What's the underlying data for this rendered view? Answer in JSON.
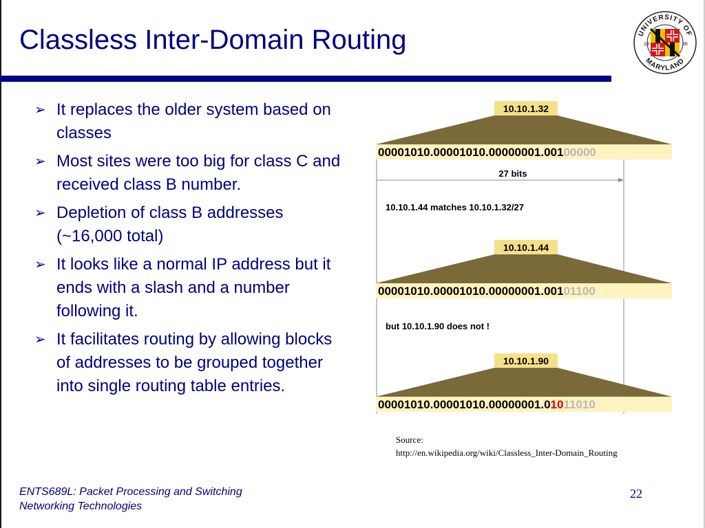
{
  "slide": {
    "title": "Classless Inter-Domain Routing",
    "bullets": [
      "It replaces the older system based on classes",
      "Most sites were too big for class C and received class B number.",
      "Depletion of class B addresses (~16,000 total)",
      "It looks like a normal IP address but it ends with a slash and a number following it.",
      "It facilitates routing by allowing blocks of addresses to be grouped together into single routing table entries."
    ],
    "bullet_marker": "➢"
  },
  "logo": {
    "arc_top": "UNIVERSITY OF",
    "arc_bottom": "MARYLAND",
    "year_left": "18",
    "year_right": "56"
  },
  "diagram": {
    "blocks": [
      {
        "ip": "10.10.1.32",
        "prefix": "00001010.00001010.00000001.001",
        "prefix_red": "",
        "suffix": "00000"
      },
      {
        "ip": "10.10.1.44",
        "prefix": "00001010.00001010.00000001.001",
        "prefix_red": "",
        "suffix": "01100"
      },
      {
        "ip": "10.10.1.90",
        "prefix": "00001010.00001010.00000001.0",
        "prefix_red": "10",
        "suffix": "11010"
      }
    ],
    "bits_label": "27 bits",
    "match_text": "10.10.1.44 matches 10.10.1.32/27",
    "nomatch_text": "but 10.10.1.90 does not !",
    "colors": {
      "trapezoid": "#7a6a3a",
      "ip_box": "#f5e08a",
      "binary_box": "#fff3bf",
      "suffix_gray": "#b8b8b8",
      "mismatch_red": "#e00000"
    }
  },
  "source": {
    "label": "Source:",
    "url": "http://en.wikipedia.org/wiki/Classless_Inter-Domain_Routing"
  },
  "footer": {
    "line1": "ENTS689L: Packet Processing and Switching",
    "line2": "Networking Technologies",
    "page_number": "22"
  }
}
